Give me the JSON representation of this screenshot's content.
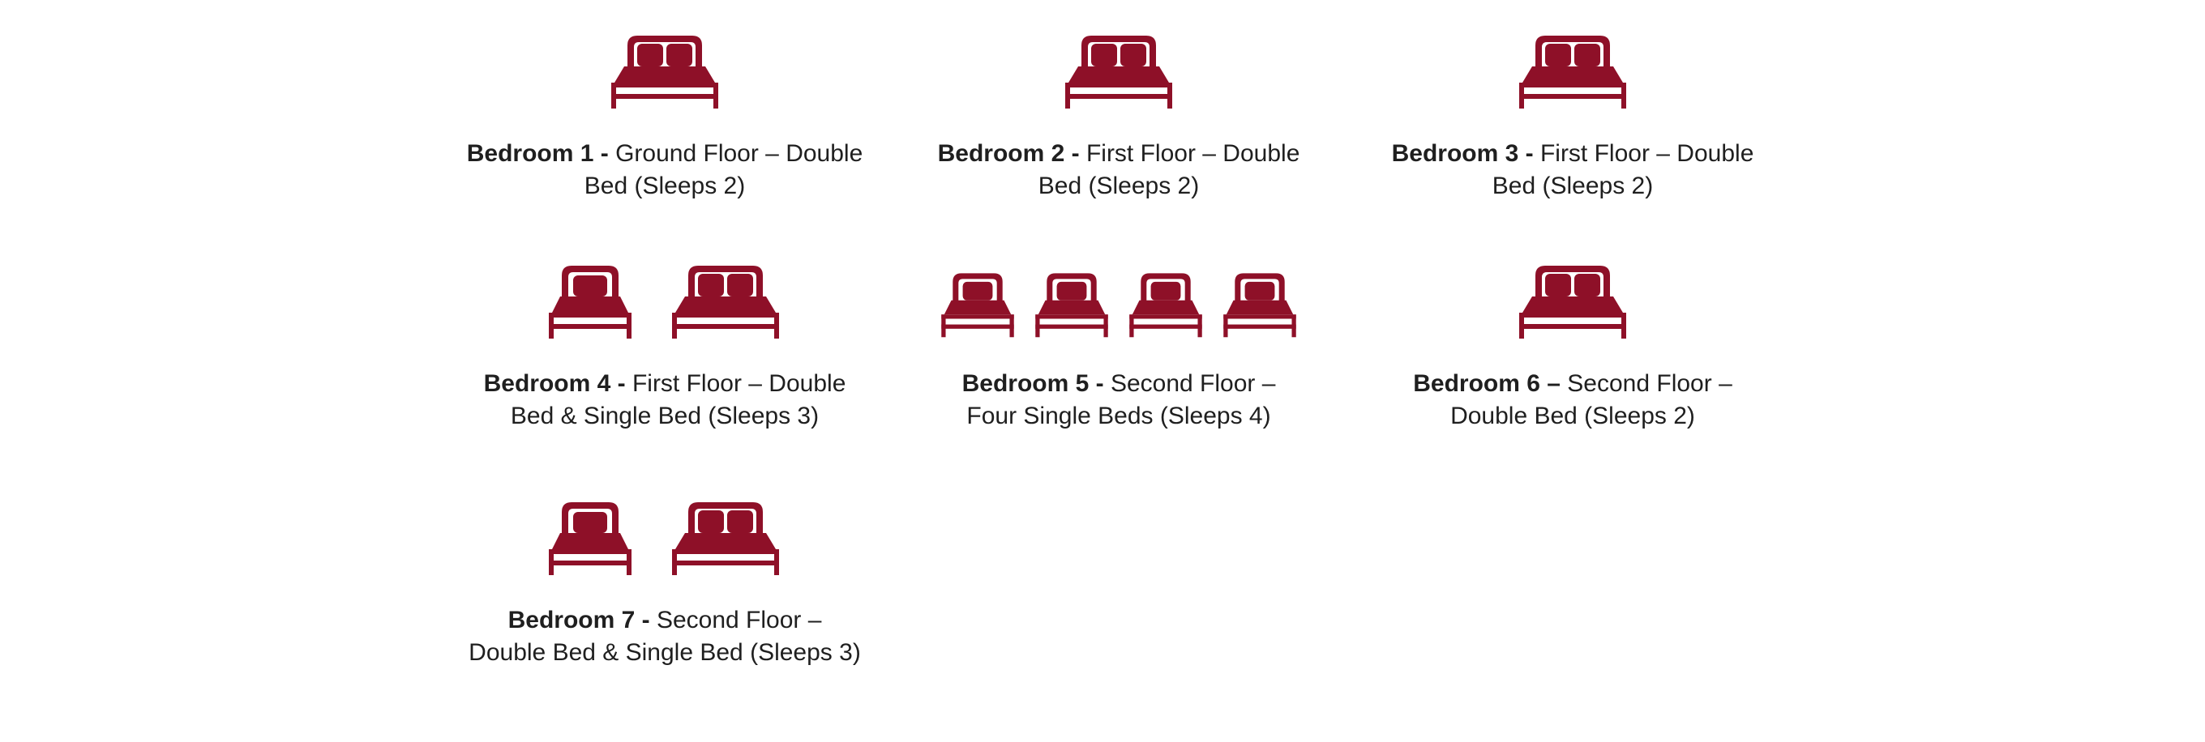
{
  "colors": {
    "bed": "#8e1028",
    "text": "#1f1f1f",
    "background": "#ffffff"
  },
  "bedrooms": [
    {
      "title": "Bedroom 1 - ",
      "line1": "Ground Floor – Double",
      "line2": "Bed (Sleeps 2)",
      "beds": [
        "double"
      ]
    },
    {
      "title": "Bedroom 2 - ",
      "line1": "First Floor – Double",
      "line2": "Bed (Sleeps 2)",
      "beds": [
        "double"
      ]
    },
    {
      "title": "Bedroom 3 - ",
      "line1": "First Floor – Double",
      "line2": "Bed (Sleeps 2)",
      "beds": [
        "double"
      ]
    },
    {
      "title": "Bedroom 4 - ",
      "line1": "First Floor – Double",
      "line2": "Bed & Single Bed (Sleeps 3)",
      "beds": [
        "single",
        "double"
      ]
    },
    {
      "title": "Bedroom 5 - ",
      "line1": " Second Floor –",
      "line2": "Four Single Beds (Sleeps 4)",
      "beds": [
        "single",
        "single",
        "single",
        "single"
      ]
    },
    {
      "title": "Bedroom 6 – ",
      "line1": "Second Floor –",
      "line2": "Double Bed (Sleeps 2)",
      "beds": [
        "double"
      ]
    },
    {
      "title": "Bedroom 7 - ",
      "line1": "Second Floor –",
      "line2": "Double Bed & Single Bed (Sleeps 3)",
      "beds": [
        "single",
        "double"
      ]
    }
  ]
}
